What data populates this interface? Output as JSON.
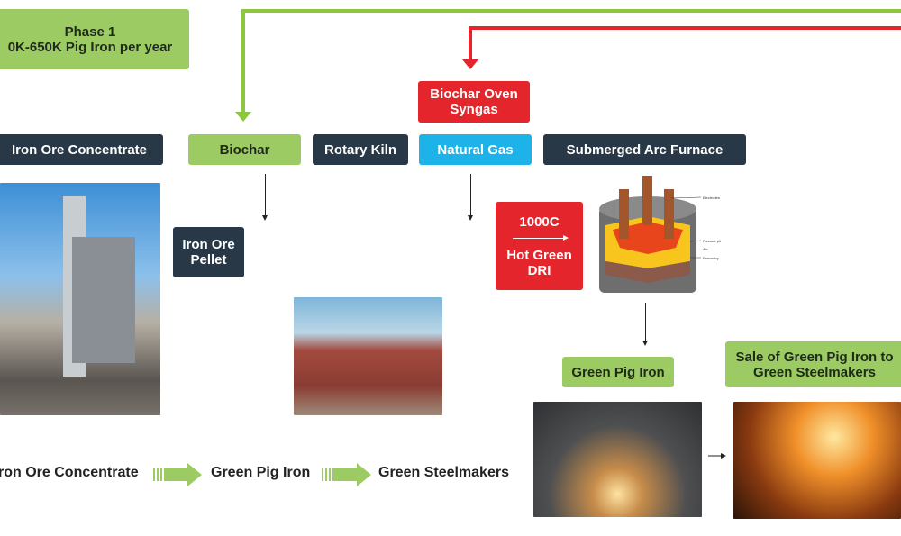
{
  "phase": {
    "title": "Phase 1",
    "subtitle": "0K-650K Pig Iron per year"
  },
  "inputs": [
    "Iron Ore Concentrate",
    "Biochar",
    "Rotary Kiln",
    "Natural Gas",
    "Submerged Arc Furnace"
  ],
  "syngas": "Biochar Oven Syngas",
  "pellet": "Iron Ore Pellet",
  "dri": {
    "temp": "1000C",
    "label": "Hot Green DRI"
  },
  "pig_iron": "Green Pig Iron",
  "sale": "Sale of Green Pig Iron to Green Steelmakers",
  "furnace_labels": [
    "Electrodes",
    "Furnace pit",
    "Arc",
    "Ferroalloy"
  ],
  "flow": [
    "ron Ore Concentrate",
    "Green Pig Iron",
    "Green Steelmakers"
  ],
  "colors": {
    "green": "#9ccb63",
    "dark": "#283846",
    "red": "#e4252b",
    "blue": "#1eb3e8"
  }
}
